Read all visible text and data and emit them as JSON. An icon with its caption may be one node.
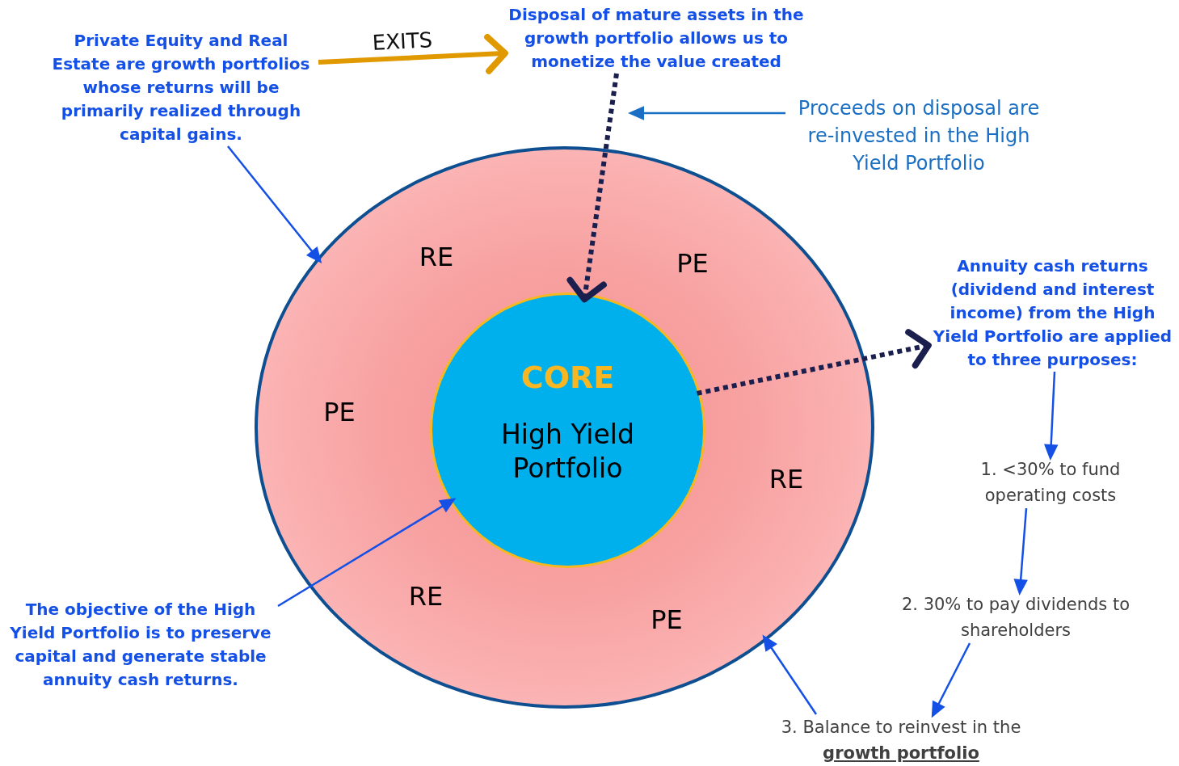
{
  "diagram": {
    "nodes": [
      {
        "text": [],
        "shape": "circle"
      },
      {
        "text": [
          "CORE",
          "High Yield Portfolio"
        ],
        "in": 0
      },
      {
        "text": [
          "Private Equity and Real Estate are growth portfolios whose returns will be primarily realized through capital gains."
        ]
      },
      {
        "text": [
          "Disposal of mature assets in the growth portfolio allows us to monetize the value created"
        ]
      },
      {
        "text": [
          "Proceeds on disposal are re-invested in the High Yield Portfolio"
        ]
      },
      {
        "text": [
          "Annuity cash returns (dividend and interest income) from the High Yield Portfolio are applied to three purposes:"
        ]
      },
      {
        "text": [
          "1. <30% to fund operating costs"
        ]
      },
      {
        "text": [
          "2. 30% to pay dividends to shareholders"
        ]
      },
      {
        "text": [
          "3. Balance to reinvest in the **growth portfolio**"
        ]
      },
      {
        "text": [
          "The objective of the High Yield Portfolio is to preserve capital and generate stable annuity cash returns."
        ]
      }
    ],
    "edges": [
      {
        "from": 2,
        "to": 0,
        "arrow": "to"
      },
      {
        "from": 2,
        "to": 3,
        "arrow": "to",
        "label": "EXITS",
        "style": "thick",
        "color": "#e09a00"
      },
      {
        "from": 3,
        "to": 1,
        "arrow": "to",
        "style": "dashed",
        "color": "#1a1f4e"
      },
      {
        "from": 4,
        "to": null,
        "arrow": "to",
        "color": "#1a6fc4"
      },
      {
        "from": 1,
        "to": 5,
        "arrow": "to",
        "style": "dashed",
        "color": "#1a1f4e"
      },
      {
        "from": 5,
        "to": 6,
        "arrow": "to"
      },
      {
        "from": 6,
        "to": 7,
        "arrow": "to"
      },
      {
        "from": 7,
        "to": 8,
        "arrow": "to"
      },
      {
        "from": 8,
        "to": 0,
        "arrow": "to"
      },
      {
        "from": 9,
        "to": 1,
        "arrow": "to"
      }
    ],
    "labels": [
      "RE",
      "PE",
      "PE",
      "RE",
      "RE",
      "PE"
    ]
  }
}
